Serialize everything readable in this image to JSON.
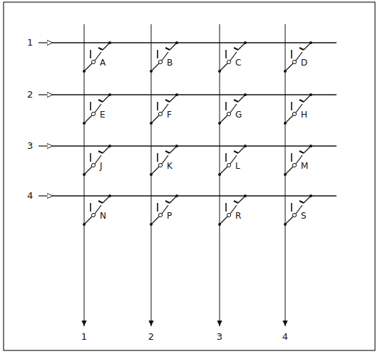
{
  "diagram": {
    "labels": [
      "1",
      "A",
      "B",
      "C",
      "D",
      "2",
      "E",
      "F",
      "G",
      "H",
      "3",
      "J",
      "K",
      "L",
      "M",
      "4",
      "N",
      "P",
      "R",
      "S",
      "1",
      "2",
      "3",
      "4"
    ]
  }
}
